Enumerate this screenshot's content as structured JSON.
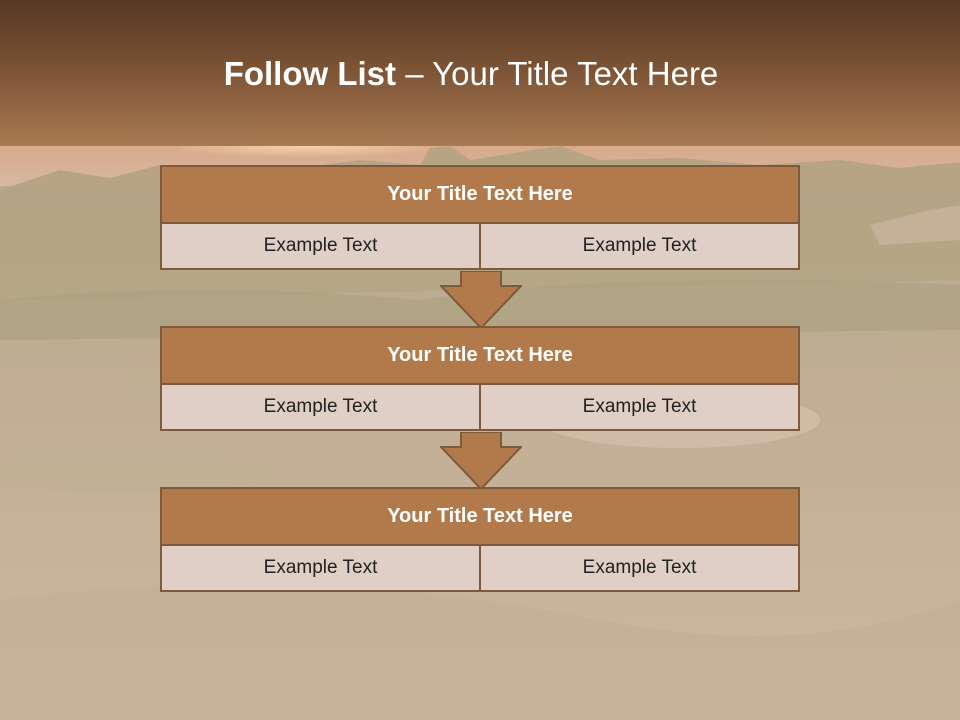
{
  "slide": {
    "title_bold": "Follow List",
    "title_rest": " – Your Title Text Here"
  },
  "boxes": [
    {
      "title": "Your Title Text Here",
      "left": "Example Text",
      "right": "Example Text"
    },
    {
      "title": "Your Title Text Here",
      "left": "Example Text",
      "right": "Example Text"
    },
    {
      "title": "Your Title Text Here",
      "left": "Example Text",
      "right": "Example Text"
    }
  ],
  "colors": {
    "banner": "#7a5234",
    "box_header": "#b27a4b",
    "box_border": "#7d5a3c",
    "cell": "#dfcfc6",
    "arrow": "#b27a4b"
  }
}
